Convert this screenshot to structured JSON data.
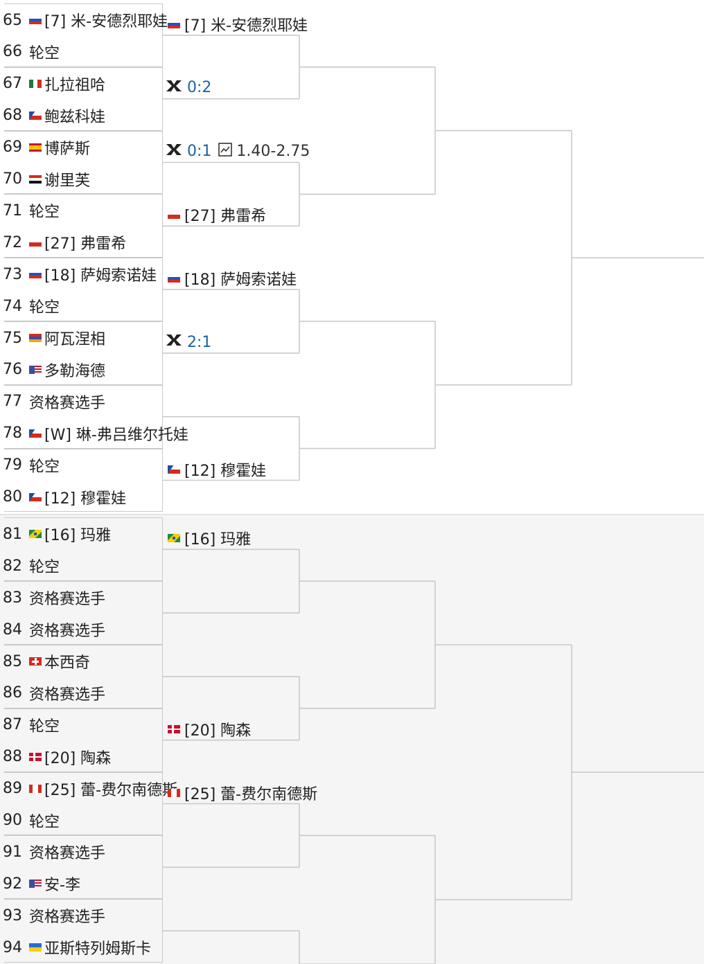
{
  "colors": {
    "line": "#c9c9c9",
    "score": "#1a63a8",
    "bottom_bg": "#f5f5f5"
  },
  "draw": [
    {
      "seed": "65",
      "flag": "ru",
      "name": "[7] 米-安德烈耶娃"
    },
    {
      "seed": "66",
      "flag": "",
      "name": "轮空"
    },
    {
      "seed": "67",
      "flag": "mx",
      "name": "扎拉祖哈"
    },
    {
      "seed": "68",
      "flag": "cz",
      "name": "鲍兹科娃"
    },
    {
      "seed": "69",
      "flag": "es",
      "name": "博萨斯"
    },
    {
      "seed": "70",
      "flag": "eg",
      "name": "谢里芙"
    },
    {
      "seed": "71",
      "flag": "",
      "name": "轮空"
    },
    {
      "seed": "72",
      "flag": "pl",
      "name": "[27] 弗雷希"
    },
    {
      "seed": "73",
      "flag": "ru",
      "name": "[18] 萨姆索诺娃"
    },
    {
      "seed": "74",
      "flag": "",
      "name": "轮空"
    },
    {
      "seed": "75",
      "flag": "am",
      "name": "阿瓦涅相"
    },
    {
      "seed": "76",
      "flag": "us",
      "name": "多勒海德"
    },
    {
      "seed": "77",
      "flag": "",
      "name": "资格赛选手"
    },
    {
      "seed": "78",
      "flag": "cz",
      "name": "[W] 琳-弗吕维尔托娃"
    },
    {
      "seed": "79",
      "flag": "",
      "name": "轮空"
    },
    {
      "seed": "80",
      "flag": "cz",
      "name": "[12] 穆霍娃"
    },
    {
      "seed": "81",
      "flag": "br",
      "name": "[16] 玛雅"
    },
    {
      "seed": "82",
      "flag": "",
      "name": "轮空"
    },
    {
      "seed": "83",
      "flag": "",
      "name": "资格赛选手"
    },
    {
      "seed": "84",
      "flag": "",
      "name": "资格赛选手"
    },
    {
      "seed": "85",
      "flag": "ch",
      "name": "本西奇"
    },
    {
      "seed": "86",
      "flag": "",
      "name": "资格赛选手"
    },
    {
      "seed": "87",
      "flag": "",
      "name": "轮空"
    },
    {
      "seed": "88",
      "flag": "dk",
      "name": "[20] 陶森"
    },
    {
      "seed": "89",
      "flag": "ca",
      "name": "[25] 蕾-费尔南德斯"
    },
    {
      "seed": "90",
      "flag": "",
      "name": "轮空"
    },
    {
      "seed": "91",
      "flag": "",
      "name": "资格赛选手"
    },
    {
      "seed": "92",
      "flag": "us",
      "name": "安-李"
    },
    {
      "seed": "93",
      "flag": "",
      "name": "资格赛选手"
    },
    {
      "seed": "94",
      "flag": "ua",
      "name": "亚斯特列姆斯卡"
    }
  ],
  "round2": [
    {
      "type": "player",
      "flag": "ru",
      "name": "[7] 米-安德烈耶娃"
    },
    {
      "type": "live",
      "score": "0:2",
      "odds": ""
    },
    {
      "type": "live",
      "score": "0:1",
      "odds": "1.40-2.75"
    },
    {
      "type": "player",
      "flag": "pl",
      "name": "[27] 弗雷希"
    },
    {
      "type": "player",
      "flag": "ru",
      "name": "[18] 萨姆索诺娃"
    },
    {
      "type": "live",
      "score": "2:1",
      "odds": ""
    },
    {
      "type": "empty"
    },
    {
      "type": "player",
      "flag": "cz",
      "name": "[12] 穆霍娃"
    },
    {
      "type": "player",
      "flag": "br",
      "name": "[16] 玛雅"
    },
    {
      "type": "empty"
    },
    {
      "type": "empty"
    },
    {
      "type": "player",
      "flag": "dk",
      "name": "[20] 陶森"
    },
    {
      "type": "player",
      "flag": "ca",
      "name": "[25] 蕾-费尔南德斯"
    },
    {
      "type": "empty"
    },
    {
      "type": "empty"
    }
  ]
}
